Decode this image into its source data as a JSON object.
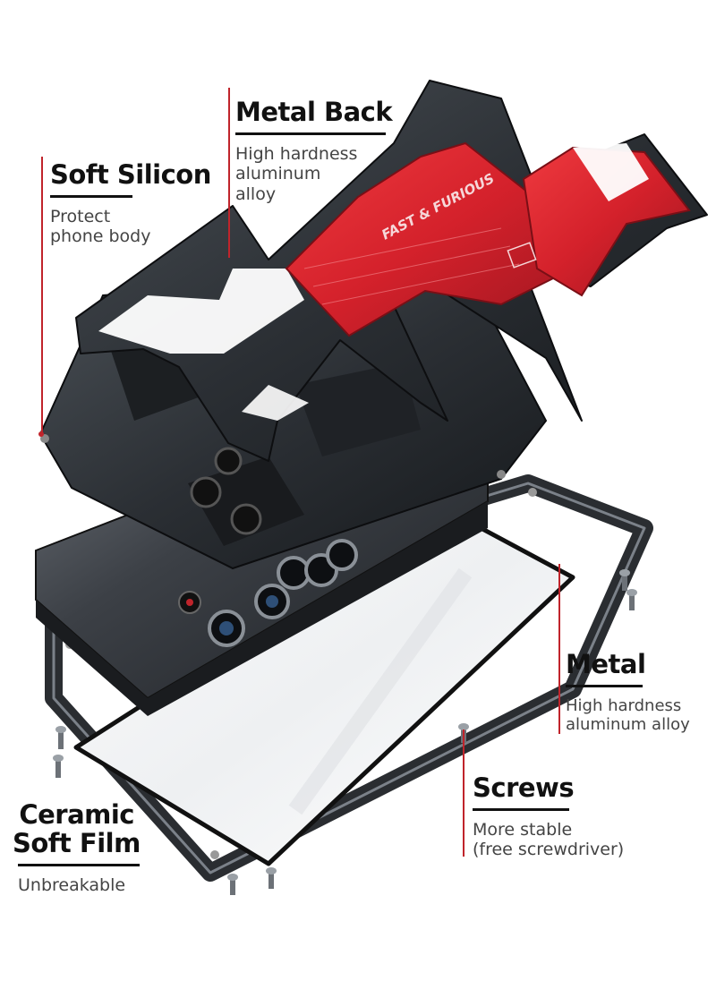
{
  "callouts": {
    "metal_back": {
      "title": "Metal Back",
      "lines": [
        "High hardness",
        "aluminum",
        "alloy"
      ]
    },
    "soft_silicon": {
      "title": "Soft Silicon",
      "lines": [
        "Protect",
        "phone body"
      ]
    },
    "metal": {
      "title": "Metal",
      "lines": [
        "High hardness",
        "aluminum alloy"
      ]
    },
    "screws": {
      "title": "Screws",
      "lines": [
        "More stable",
        "(free screwdriver)"
      ]
    },
    "ceramic_film": {
      "title_lines": [
        "Ceramic",
        "Soft Film"
      ],
      "lines": [
        "Unbreakable"
      ]
    }
  },
  "product_marking": "FAST & FURIOUS",
  "colors": {
    "accent": "#c0242b",
    "metal_red": "#d4212b",
    "metal_dark": "#2b2f34",
    "text": "#111111"
  }
}
